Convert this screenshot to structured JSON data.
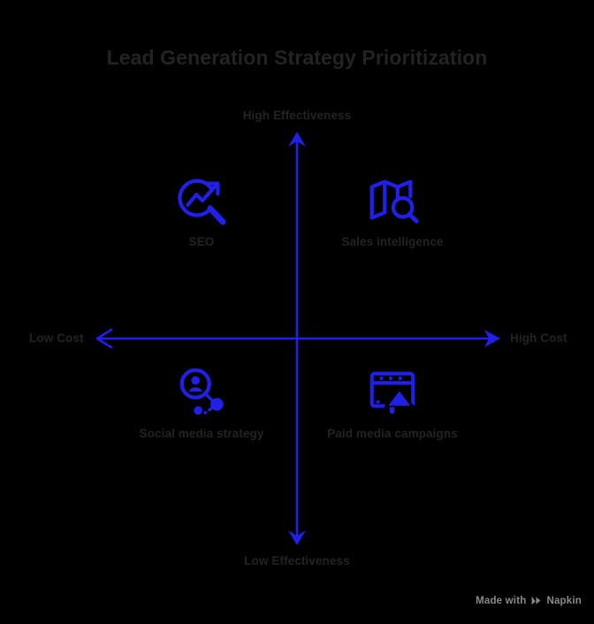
{
  "page": {
    "background_color": "#000000",
    "accent_color": "#2020e8",
    "text_color": "#232323",
    "muted_text_color": "#8a8a8a"
  },
  "title": "Lead Generation Strategy Prioritization",
  "chart_data": {
    "type": "scatter",
    "title": "Lead Generation Strategy Prioritization",
    "xlabel": "Cost",
    "ylabel": "Effectiveness",
    "axis_labels": {
      "top": "High Effectiveness",
      "bottom": "Low Effectiveness",
      "left": "Low Cost",
      "right": "High Cost"
    },
    "grid": false,
    "legend": "none",
    "items": [
      {
        "label": "SEO",
        "icon": "magnifier-trend-arrow-icon",
        "quadrant": "top-left",
        "cost": "low",
        "effectiveness": "high"
      },
      {
        "label": "Sales intelligence",
        "icon": "map-magnifier-icon",
        "quadrant": "top-right",
        "cost": "high",
        "effectiveness": "high"
      },
      {
        "label": "Social media strategy",
        "icon": "magnifier-person-network-icon",
        "quadrant": "bottom-left",
        "cost": "low",
        "effectiveness": "low"
      },
      {
        "label": "Paid media campaigns",
        "icon": "media-frame-megaphone-icon",
        "quadrant": "bottom-right",
        "cost": "high",
        "effectiveness": "low"
      }
    ]
  },
  "watermark": {
    "prefix": "Made with",
    "brand": "Napkin"
  }
}
